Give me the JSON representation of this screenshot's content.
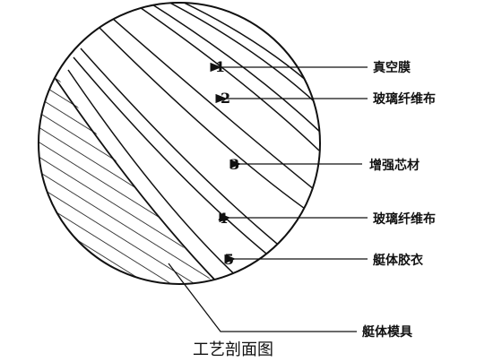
{
  "figure": {
    "caption": "工艺剖面图",
    "layers": [
      {
        "number": "1",
        "label": "真空膜"
      },
      {
        "number": "2",
        "label": "玻璃纤维布"
      },
      {
        "number": "3",
        "label": "增强芯材"
      },
      {
        "number": "4",
        "label": "玻璃纤维布"
      },
      {
        "number": "5",
        "label": "艇体胶衣"
      }
    ],
    "mold": {
      "label": "艇体模具"
    }
  }
}
